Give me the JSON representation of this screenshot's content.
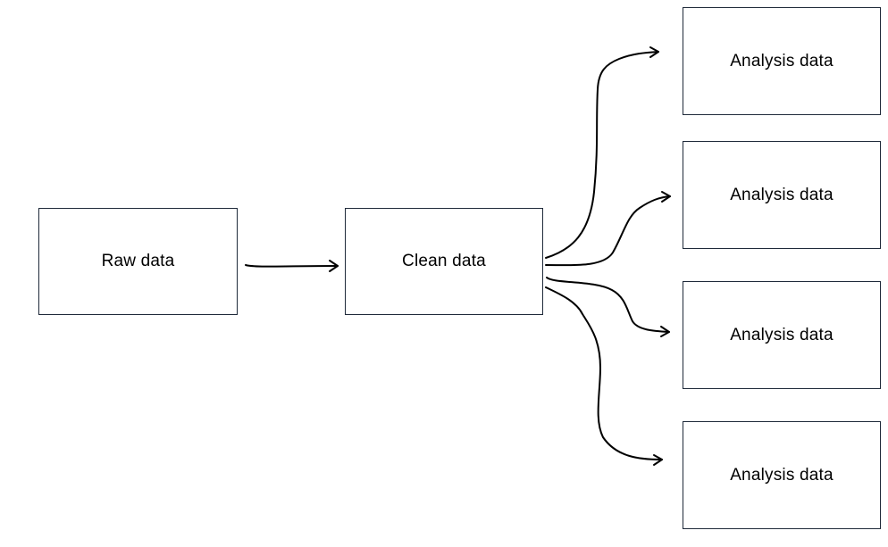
{
  "diagram": {
    "nodes": {
      "raw": {
        "label": "Raw data"
      },
      "clean": {
        "label": "Clean data"
      },
      "analysis": [
        {
          "label": "Analysis data"
        },
        {
          "label": "Analysis data"
        },
        {
          "label": "Analysis data"
        },
        {
          "label": "Analysis data"
        }
      ]
    },
    "edges": [
      {
        "from": "Raw data",
        "to": "Clean data"
      },
      {
        "from": "Clean data",
        "to": "Analysis data"
      },
      {
        "from": "Clean data",
        "to": "Analysis data"
      },
      {
        "from": "Clean data",
        "to": "Analysis data"
      },
      {
        "from": "Clean data",
        "to": "Analysis data"
      }
    ],
    "colors": {
      "stroke": "#000000",
      "box_border": "#1f2a3a",
      "background": "#ffffff"
    }
  }
}
